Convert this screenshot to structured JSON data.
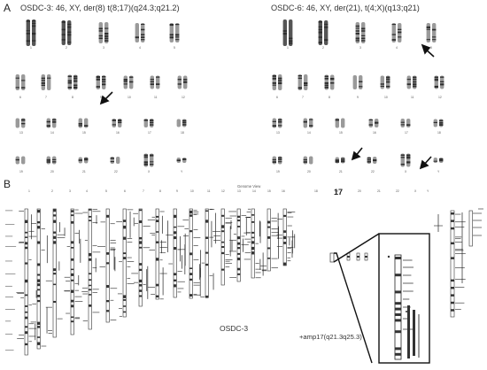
{
  "panel_a": {
    "letter": "A",
    "left_title": "OSDC-3: 46, XY, der(8) t(8;17)(q24.3;q21.2)",
    "right_title": "OSDC-6: 46, XY, der(21), t(4;X)(q13;q21)",
    "left_labels": [
      "1",
      "2",
      "3",
      "4",
      "5",
      "6",
      "7",
      "8",
      "9",
      "10",
      "11",
      "12",
      "13",
      "14",
      "15",
      "16",
      "17",
      "18",
      "19",
      "20",
      "21",
      "22",
      "X",
      "Y"
    ],
    "right_labels": [
      "1",
      "2",
      "3",
      "4",
      "5",
      "6",
      "7",
      "8",
      "9",
      "10",
      "11",
      "12",
      "13",
      "14",
      "15",
      "16",
      "17",
      "18",
      "19",
      "20",
      "21",
      "22",
      "X",
      "Y"
    ]
  },
  "panel_b": {
    "letter": "B",
    "genome_view_label": "Genome View",
    "chromosome_numbers": [
      "1",
      "2",
      "3",
      "4",
      "5",
      "6",
      "7",
      "8",
      "9",
      "10",
      "11",
      "12",
      "13",
      "14",
      "15",
      "16",
      "17",
      "18",
      "19",
      "20",
      "21",
      "22",
      "X",
      "Y"
    ],
    "highlight_label": "17",
    "sample_label": "OSDC-3",
    "amp_label": "+amp17(q21.3q25.3)"
  },
  "colors": {
    "ink": "#222222",
    "chromosome_gray": "#8a8a8a",
    "band_dark": "#3a3a3a"
  }
}
